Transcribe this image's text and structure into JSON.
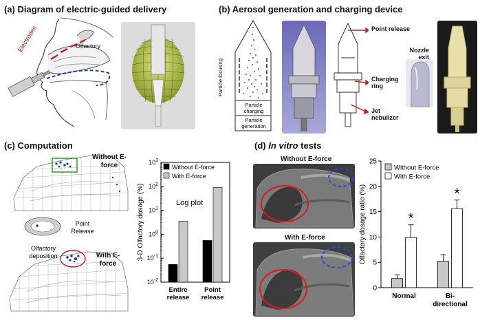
{
  "panel_a": {
    "title": "(a) Diagram of electric-guided delivery",
    "label_electrodes": "Electrodes",
    "label_olfactory": "Olfactory"
  },
  "panel_b": {
    "title": "(b) Aerosol generation and charging device",
    "label_particle_focusing": "Particle focusing",
    "label_particle_charging": "Particle charging",
    "label_particle_generation": "Particle generation",
    "label_point_release": "Point release",
    "label_charging_ring": "Charging ring",
    "label_jet_nebulizer": "Jet nebulizer",
    "label_nozzle_exit": "Nozzle exit"
  },
  "panel_c": {
    "title": "(c) Computation",
    "label_without": "Without E-force",
    "label_point_release": "Point Release",
    "label_olfactory_deposition": "Olfactory deposition",
    "label_with": "With E-force"
  },
  "panel_d": {
    "title_prefix": "(d) ",
    "title_italic": "In vitro",
    "title_suffix": " tests",
    "label_without": "Without E-force",
    "label_with": "With E-force"
  },
  "chart_data": [
    {
      "type": "bar",
      "log_scale": true,
      "ylabel": "3-D Olfactory dosage (%)",
      "annotation": "Log plot",
      "categories": [
        "Entire release",
        "Point release"
      ],
      "categories_lines": [
        [
          "Entire",
          "release"
        ],
        [
          "Point",
          "release"
        ]
      ],
      "ylim": [
        0.01,
        1000
      ],
      "yticks": [
        0.01,
        0.1,
        1,
        10,
        100,
        1000
      ],
      "ytick_labels": [
        {
          "b": "10",
          "e": "-2"
        },
        {
          "b": "10",
          "e": "-1"
        },
        {
          "b": "10",
          "e": "0"
        },
        {
          "b": "10",
          "e": "1"
        },
        {
          "b": "10",
          "e": "2"
        },
        {
          "b": "10",
          "e": "3"
        }
      ],
      "legend_position": "top-left",
      "series": [
        {
          "name": "Without E-force",
          "values": [
            0.055,
            0.55
          ],
          "color": "#000000"
        },
        {
          "name": "With E-force",
          "values": [
            3.5,
            90
          ],
          "color": "#c8c8c8"
        }
      ]
    },
    {
      "type": "bar",
      "ylabel": "Olfactory dosage ratio (%)",
      "categories": [
        "Normal",
        "Bi-directional"
      ],
      "categories_lines": [
        [
          "Normal"
        ],
        [
          "Bi-",
          "directional"
        ]
      ],
      "ylim": [
        0,
        25
      ],
      "yticks": [
        0,
        5,
        10,
        15,
        20,
        25
      ],
      "legend_position": "top-left",
      "significance_marker": "*",
      "series": [
        {
          "name": "Without E-force",
          "values": [
            1.8,
            5.2
          ],
          "errors": [
            0.7,
            1.3
          ],
          "color": "#c8c8c8"
        },
        {
          "name": "With E-force",
          "values": [
            9.9,
            15.6
          ],
          "errors": [
            2.5,
            1.7
          ],
          "color": "#ffffff"
        }
      ]
    }
  ]
}
